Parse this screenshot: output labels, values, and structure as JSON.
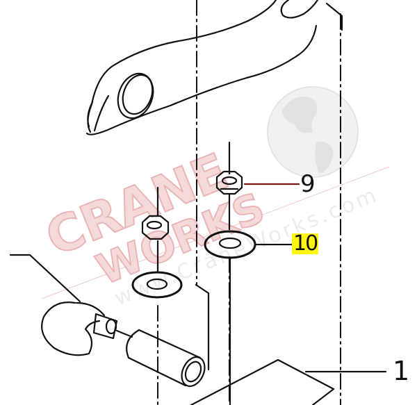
{
  "diagram": {
    "type": "exploded-parts-diagram",
    "callouts": [
      {
        "label": "9",
        "part": "hex-nut"
      },
      {
        "label": "10",
        "part": "flat-washer",
        "highlighted": true
      },
      {
        "label": "1",
        "part": "base-block"
      }
    ],
    "highlight_color": "#fdf514",
    "line_color": "#111111"
  },
  "watermark": {
    "brand_line1": "CRANE",
    "brand_line2": "WORKS",
    "url": "www.CraneWorks.com",
    "brand_color": "#e8a0a0",
    "globe_color": "#e6e6e6"
  }
}
